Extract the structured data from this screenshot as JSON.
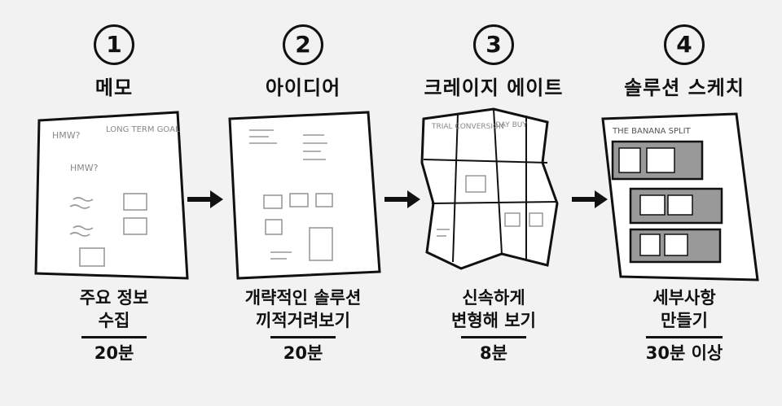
{
  "steps": [
    {
      "number": "1",
      "title": "메모",
      "caption_lines": [
        "주요 정보",
        "수집"
      ],
      "time": "20분"
    },
    {
      "number": "2",
      "title": "아이디어",
      "caption_lines": [
        "개략적인 솔루션",
        "끼적거려보기"
      ],
      "time": "20분"
    },
    {
      "number": "3",
      "title": "크레이지 에이트",
      "caption_lines": [
        "신속하게",
        "변형해 보기"
      ],
      "time": "8분"
    },
    {
      "number": "4",
      "title": "솔루션 스케치",
      "caption_lines": [
        "세부사항",
        "만들기"
      ],
      "time": "30분 이상"
    }
  ],
  "sketch_text": {
    "memo_notes": [
      "HMW?",
      "LONG TERM GOAL",
      "HMW?"
    ],
    "crazy8_notes": [
      "TRIAL CONVERSION",
      "DAY BUY"
    ],
    "solution_title": "THE BANANA SPLIT"
  }
}
